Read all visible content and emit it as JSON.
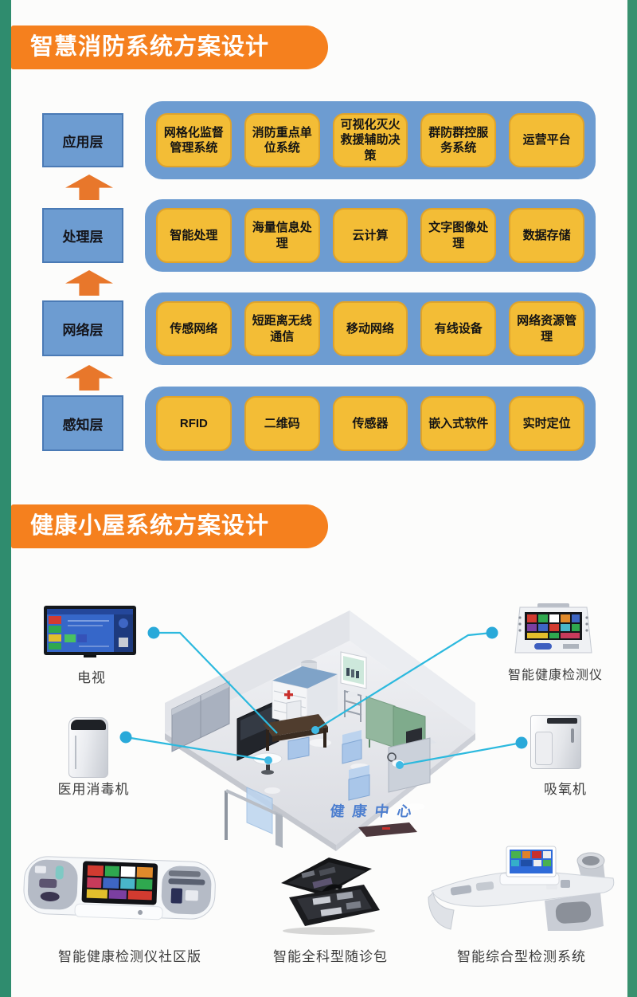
{
  "colors": {
    "accent_orange": "#F5801E",
    "strip_green": "#2F8C6E",
    "container_blue": "#6D9CD1",
    "box_yellow": "#F3BD36",
    "arrow_orange": "#E8772B",
    "callout_cyan": "#2CB9DE",
    "floor_text_blue": "#4C7ECF"
  },
  "fire_section": {
    "title": "智慧消防系统方案设计",
    "layers": [
      {
        "name": "应用层",
        "items": [
          "网格化监督管理系统",
          "消防重点单位系统",
          "可视化灭火救援辅助决策",
          "群防群控服务系统",
          "运营平台"
        ]
      },
      {
        "name": "处理层",
        "items": [
          "智能处理",
          "海量信息处理",
          "云计算",
          "文字图像处理",
          "数据存储"
        ]
      },
      {
        "name": "网络层",
        "items": [
          "传感网络",
          "短距离无线通信",
          "移动网络",
          "有线设备",
          "网络资源管理"
        ]
      },
      {
        "name": "感知层",
        "items": [
          "RFID",
          "二维码",
          "传感器",
          "嵌入式软件",
          "实时定位"
        ]
      }
    ]
  },
  "health_section": {
    "title": "健康小屋系统方案设计",
    "room_floor_label": "健康中心",
    "callout_devices": {
      "tv": "电视",
      "health_detector": "智能健康检测仪",
      "disinfector": "医用消毒机",
      "oxygen": "吸氧机"
    },
    "bottom_devices": [
      {
        "label": "智能健康检测仪社区版"
      },
      {
        "label": "智能全科型随诊包"
      },
      {
        "label": "智能综合型检测系统"
      }
    ]
  }
}
